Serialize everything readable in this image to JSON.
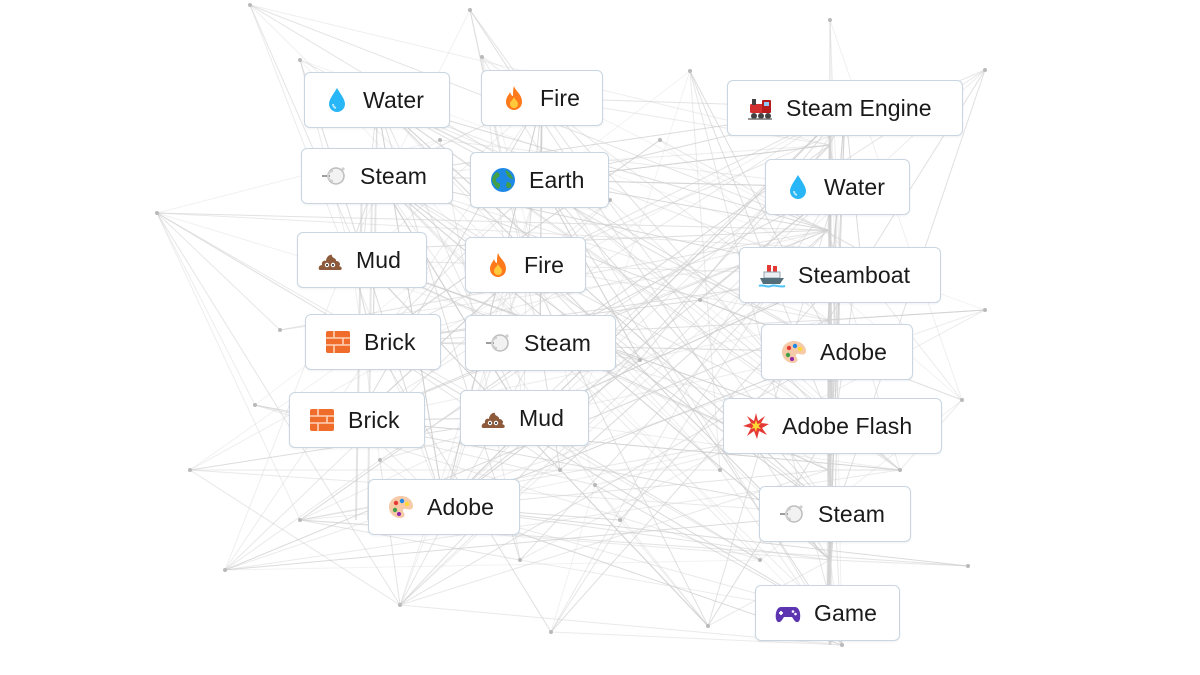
{
  "canvas": {
    "items_left": [
      {
        "id": "water",
        "label": "Water",
        "icon": "water-drop-icon"
      },
      {
        "id": "fire",
        "label": "Fire",
        "icon": "fire-icon"
      },
      {
        "id": "steam",
        "label": "Steam",
        "icon": "steam-icon"
      },
      {
        "id": "earth",
        "label": "Earth",
        "icon": "earth-globe-icon"
      },
      {
        "id": "mud",
        "label": "Mud",
        "icon": "mud-pile-icon"
      },
      {
        "id": "fire2",
        "label": "Fire",
        "icon": "fire-icon"
      },
      {
        "id": "brick",
        "label": "Brick",
        "icon": "brick-icon"
      },
      {
        "id": "steam2",
        "label": "Steam",
        "icon": "steam-icon"
      },
      {
        "id": "brick2",
        "label": "Brick",
        "icon": "brick-icon"
      },
      {
        "id": "mud2",
        "label": "Mud",
        "icon": "mud-pile-icon"
      },
      {
        "id": "adobe",
        "label": "Adobe",
        "icon": "paint-palette-icon"
      }
    ],
    "items_right": [
      {
        "id": "steam-engine",
        "label": "Steam Engine",
        "icon": "locomotive-icon"
      },
      {
        "id": "water2",
        "label": "Water",
        "icon": "water-drop-icon"
      },
      {
        "id": "steamboat",
        "label": "Steamboat",
        "icon": "ship-icon"
      },
      {
        "id": "adobe2",
        "label": "Adobe",
        "icon": "paint-palette-icon"
      },
      {
        "id": "adobe-flash",
        "label": "Adobe Flash",
        "icon": "explosion-icon"
      },
      {
        "id": "steam3",
        "label": "Steam",
        "icon": "steam-icon"
      },
      {
        "id": "game",
        "label": "Game",
        "icon": "game-controller-icon"
      }
    ]
  },
  "colors": {
    "chip_border": "#c9d6e2",
    "connection_line": "#d0d0d0",
    "background": "#ffffff"
  }
}
